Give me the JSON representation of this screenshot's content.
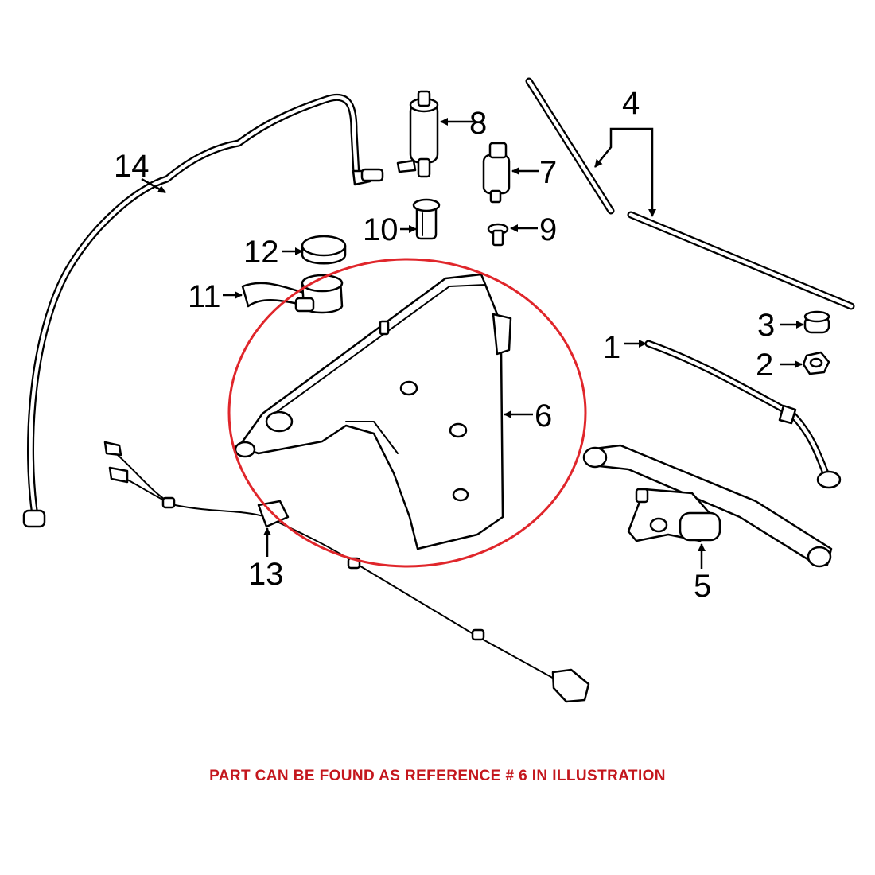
{
  "diagram": {
    "callouts": {
      "c1": "1",
      "c2": "2",
      "c3": "3",
      "c4": "4",
      "c5": "5",
      "c6": "6",
      "c7": "7",
      "c8": "8",
      "c9": "9",
      "c10": "10",
      "c11": "11",
      "c12": "12",
      "c13": "13",
      "c14": "14"
    },
    "highlight_color": "#e0262b",
    "highlighted_reference": "6"
  },
  "footer": {
    "note": "PART CAN BE FOUND AS REFERENCE # 6 IN ILLUSTRATION",
    "color": "#c4171d"
  }
}
